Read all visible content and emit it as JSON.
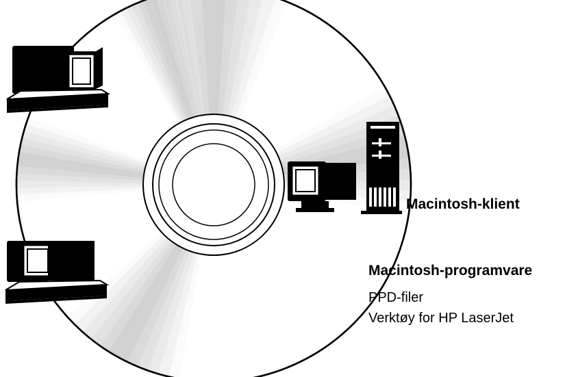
{
  "labels": {
    "client": "Macintosh-klient",
    "software_heading": "Macintosh-programvare",
    "software_items": [
      "PPD-filer",
      "Verktøy for HP LaserJet"
    ]
  },
  "icons": [
    "cd-disc-icon",
    "computer-icon",
    "computer-icon",
    "computer-icon",
    "server-tower-icon"
  ],
  "colors": {
    "ink": "#000000",
    "paper": "#ffffff",
    "shade": "#c8c8c8"
  }
}
